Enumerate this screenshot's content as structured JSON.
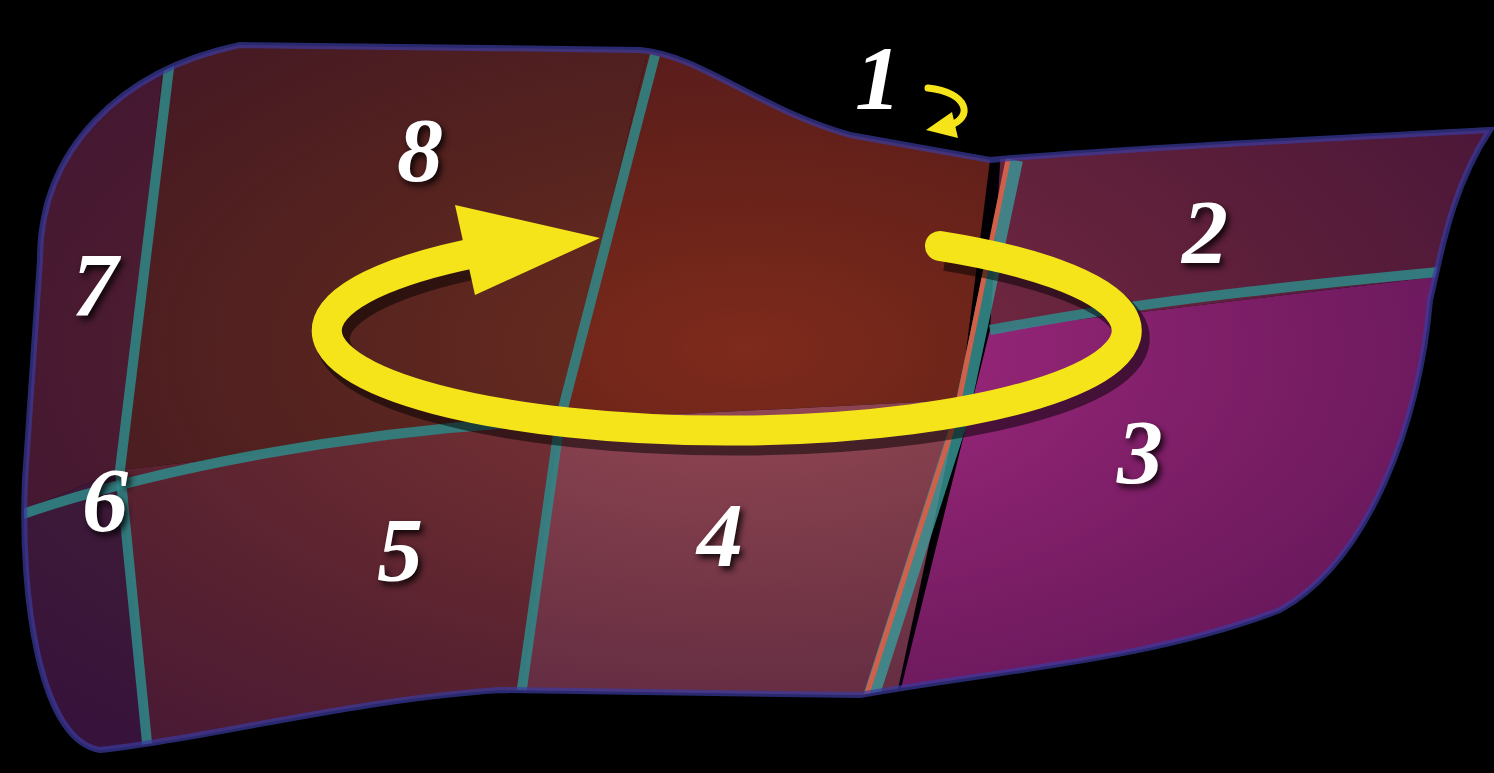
{
  "diagram": {
    "labels": [
      "1",
      "8",
      "2",
      "7",
      "3",
      "6",
      "5",
      "4"
    ]
  }
}
